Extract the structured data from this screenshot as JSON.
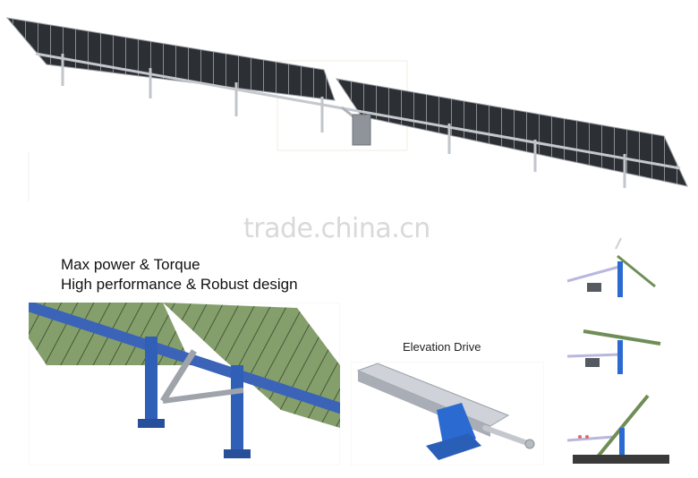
{
  "watermark": "trade.china.cn",
  "headline": {
    "line1": "Max power & Torque",
    "line2": "High performance & Robust design"
  },
  "elevation_drive": {
    "title": "Elevation Drive"
  },
  "colors": {
    "panel_dark": "#2f3338",
    "panel_green": "#6f8e56",
    "beam_blue": "#3b63b8",
    "frame_gray": "#b9bec4",
    "base_dark": "#3a3a3a",
    "actuator_silver": "#c9ccd2",
    "bracket_blue": "#2b6bd1"
  }
}
